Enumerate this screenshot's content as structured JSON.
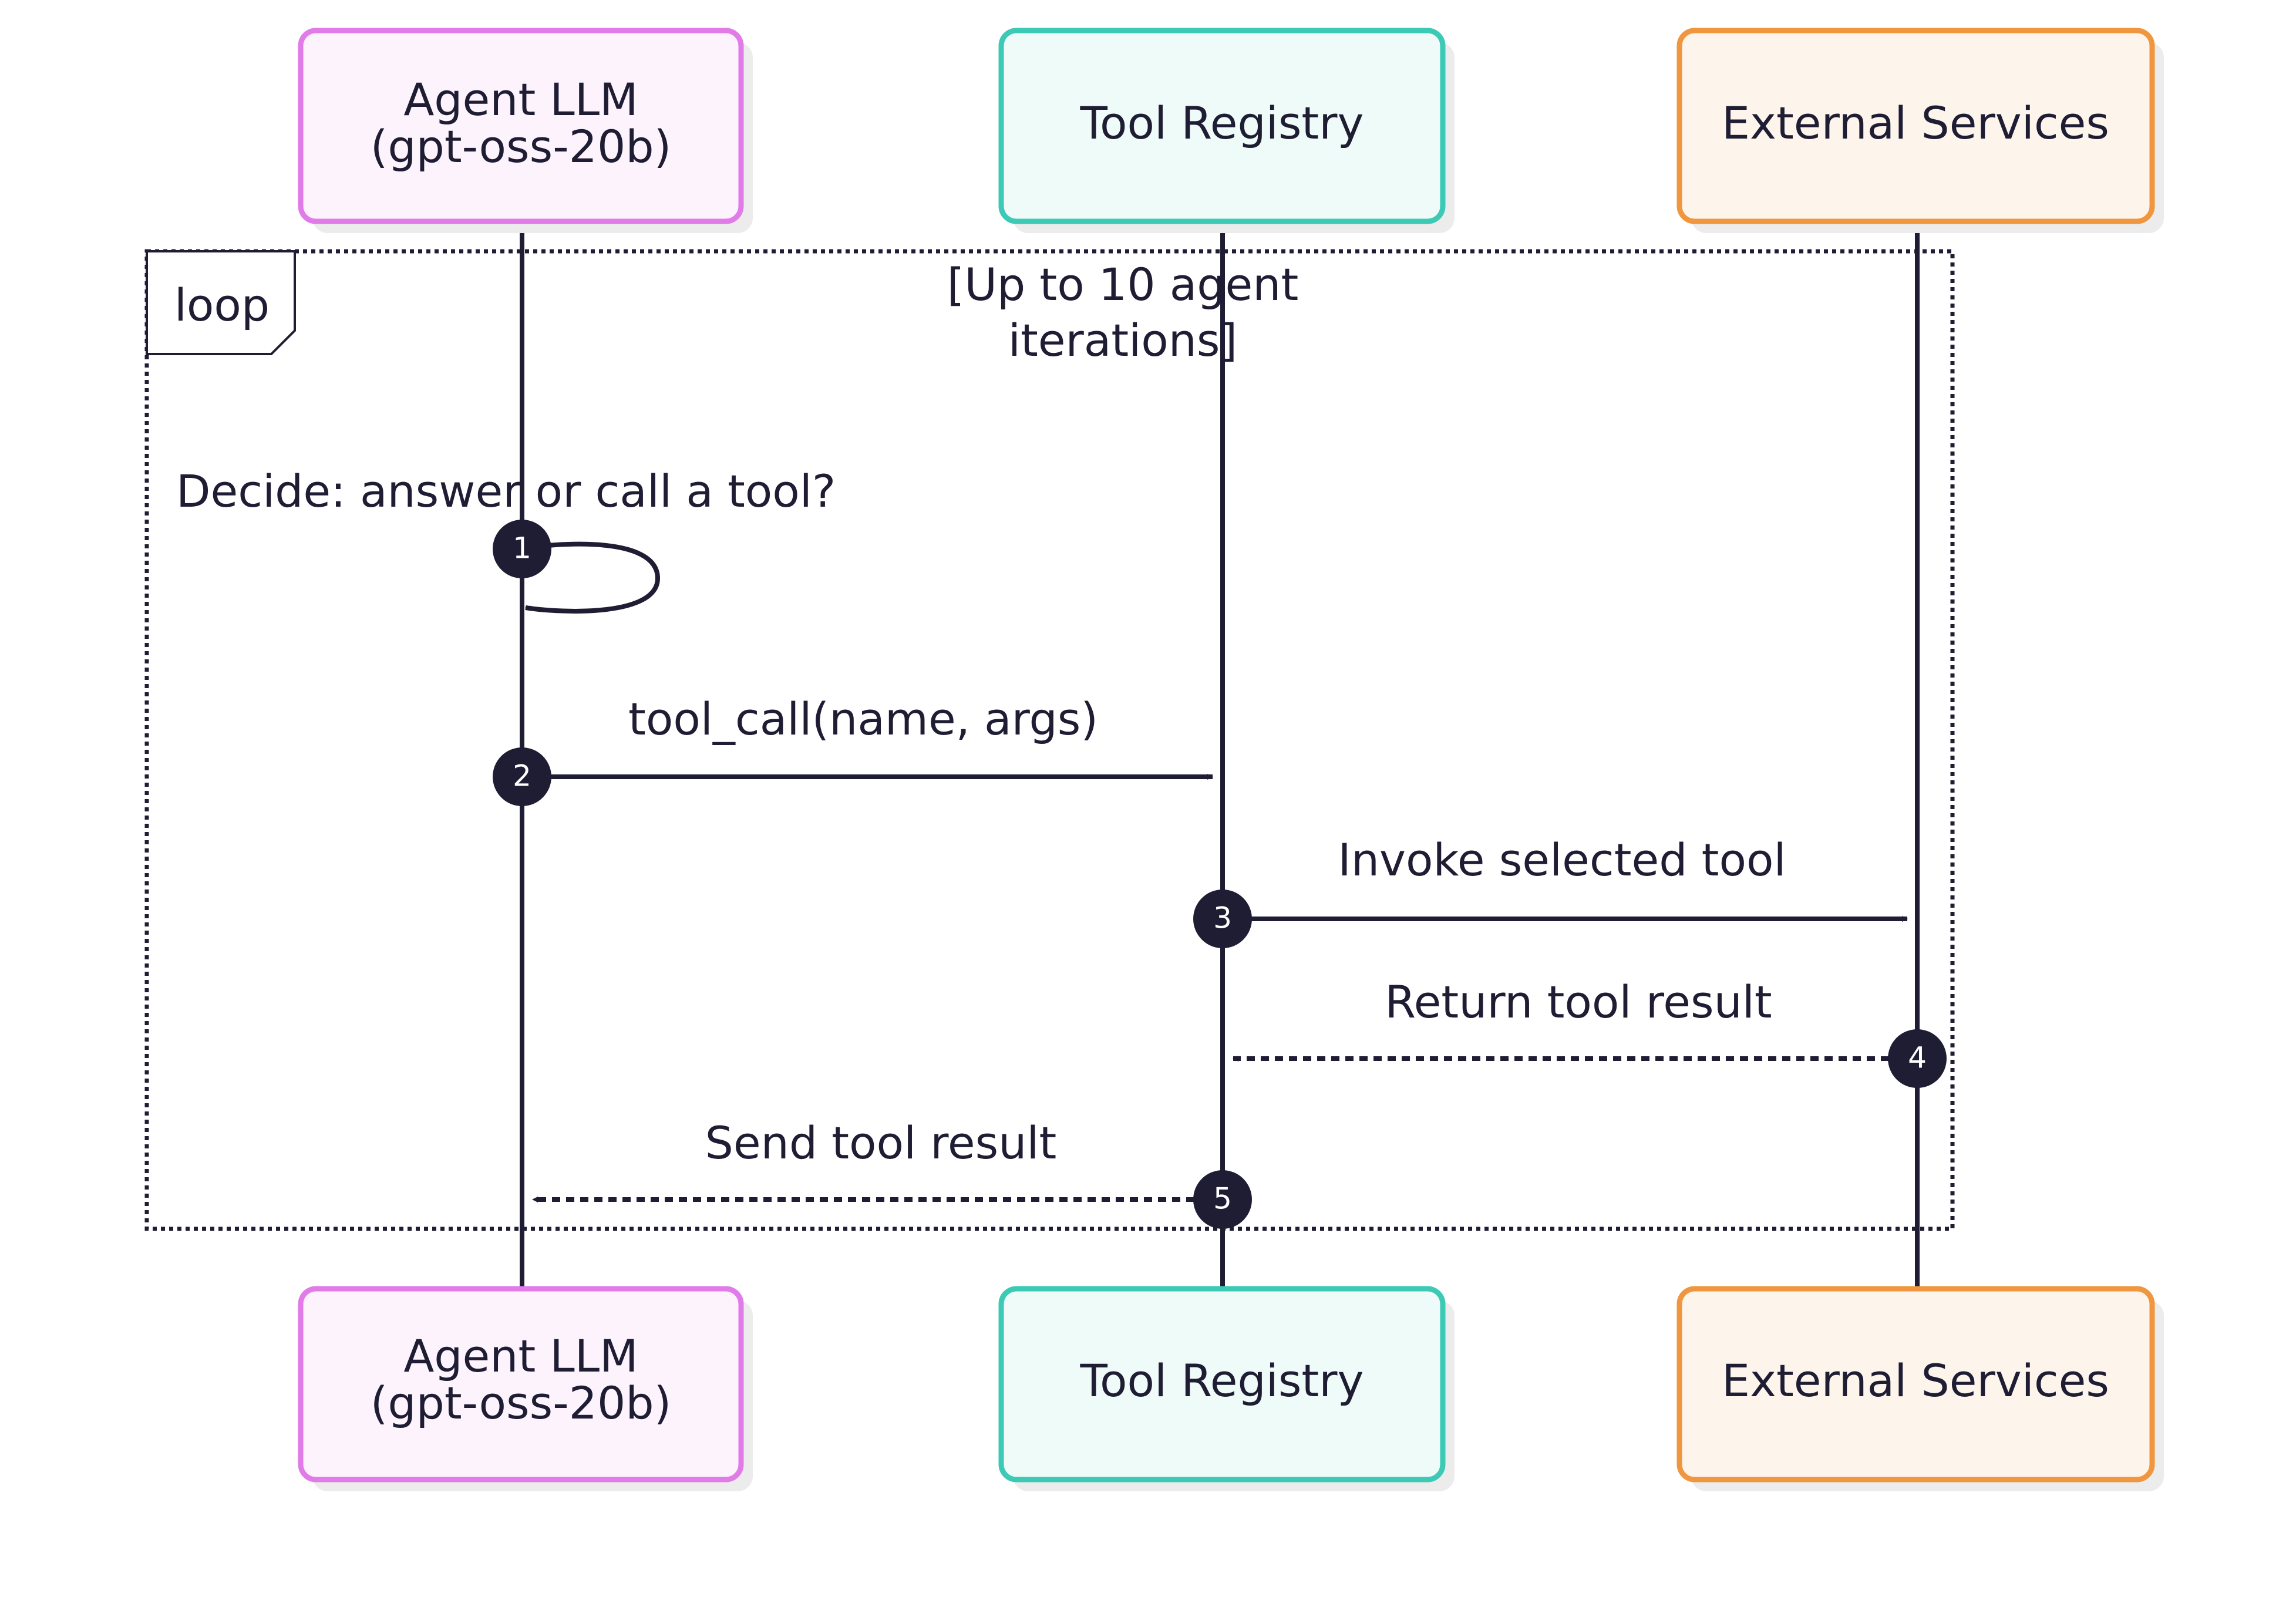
{
  "participants": [
    {
      "key": "agent",
      "line1": "Agent LLM",
      "line2": "(gpt-oss-20b)",
      "fill": "#fdf3fd",
      "stroke": "#e07be8"
    },
    {
      "key": "registry",
      "line1": "Tool Registry",
      "line2": "",
      "fill": "#effbf8",
      "stroke": "#3cc9b5"
    },
    {
      "key": "external",
      "line1": "External Services",
      "line2": "",
      "fill": "#fdf5ec",
      "stroke": "#f0963f"
    }
  ],
  "loop": {
    "label": "loop",
    "condition_line1": "[Up to 10 agent",
    "condition_line2": "iterations]"
  },
  "messages": [
    {
      "num": "1",
      "label": "Decide: answer or call a tool?",
      "from": "agent",
      "to": "agent",
      "style": "self"
    },
    {
      "num": "2",
      "label": "tool_call(name, args)",
      "from": "agent",
      "to": "registry",
      "style": "solid"
    },
    {
      "num": "3",
      "label": "Invoke selected tool",
      "from": "registry",
      "to": "external",
      "style": "solid"
    },
    {
      "num": "4",
      "label": "Return tool result",
      "from": "external",
      "to": "registry",
      "style": "dashed"
    },
    {
      "num": "5",
      "label": "Send tool result",
      "from": "registry",
      "to": "agent",
      "style": "dashed"
    }
  ],
  "colors": {
    "line": "#1f1d33",
    "badge": "#1f1d33",
    "shadow": "#ececec"
  }
}
